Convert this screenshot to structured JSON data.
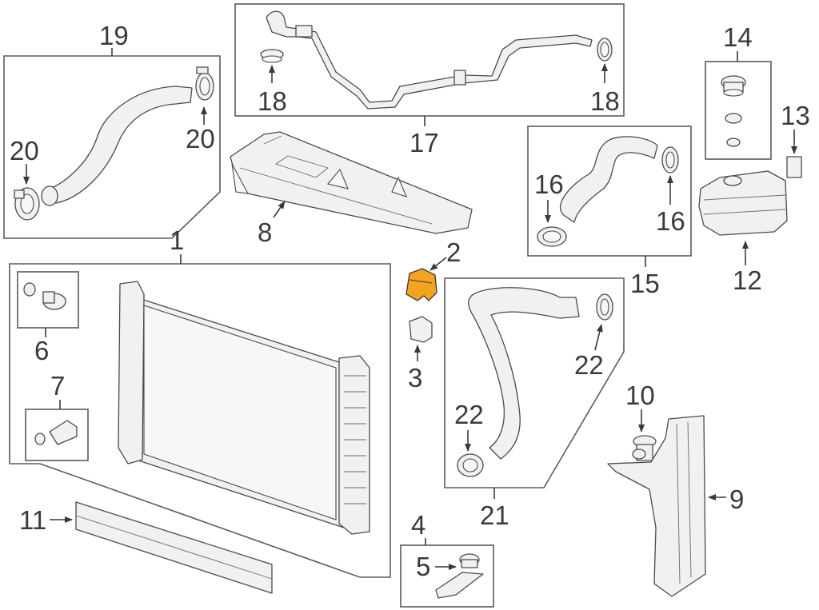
{
  "callouts": {
    "c1": "1",
    "c2": "2",
    "c3": "3",
    "c4": "4",
    "c5": "5",
    "c6": "6",
    "c7": "7",
    "c8": "8",
    "c9": "9",
    "c10": "10",
    "c11": "11",
    "c12": "12",
    "c13": "13",
    "c14": "14",
    "c15": "15",
    "c16a": "16",
    "c16b": "16",
    "c17": "17",
    "c18a": "18",
    "c18b": "18",
    "c19": "19",
    "c20a": "20",
    "c20b": "20",
    "c21": "21",
    "c22a": "22",
    "c22b": "22"
  },
  "colors": {
    "highlight": "#f4a321",
    "line": "#4a4a4a",
    "background": "#ffffff"
  }
}
